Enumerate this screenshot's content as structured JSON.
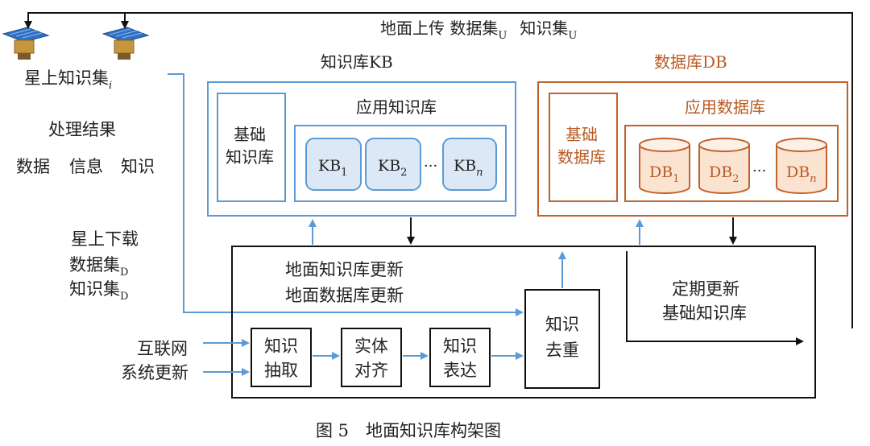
{
  "top_label": {
    "main": "地面上传 数据集",
    "d_sub": "U",
    "k_main": "知识集",
    "k_sub": "U"
  },
  "satellite": {
    "label": "星上知识集",
    "sub": "i"
  },
  "results": {
    "title": "处理结果",
    "items": [
      "数据",
      "信息",
      "知识"
    ]
  },
  "download": {
    "line1": "星上下载",
    "line2": "数据集",
    "line2_sub": "D",
    "line3": "知识集",
    "line3_sub": "D"
  },
  "kb": {
    "title": "知识库KB",
    "base": [
      "基础",
      "知识库"
    ],
    "app_title": "应用知识库",
    "items": [
      {
        "main": "KB",
        "sub": "1"
      },
      {
        "main": "KB",
        "sub": "2"
      },
      {
        "main": "KB",
        "sub": "n"
      }
    ],
    "ellipsis": "···"
  },
  "db": {
    "title": "数据库DB",
    "base": [
      "基础",
      "数据库"
    ],
    "app_title": "应用数据库",
    "items": [
      {
        "main": "DB",
        "sub": "1"
      },
      {
        "main": "DB",
        "sub": "2"
      },
      {
        "main": "DB",
        "sub": "n"
      }
    ],
    "ellipsis": "···"
  },
  "update": {
    "line1": "地面知识库更新",
    "line2": "地面数据库更新"
  },
  "periodic": {
    "line1": "定期更新",
    "line2": "基础知识库"
  },
  "inputs": {
    "line1": "互联网",
    "line2": "系统更新"
  },
  "pipeline": {
    "extract": [
      "知识",
      "抽取"
    ],
    "align": [
      "实体",
      "对齐"
    ],
    "express": [
      "知识",
      "表达"
    ],
    "dedup": [
      "知识",
      "去重"
    ]
  },
  "caption": "图 5　地面知识库构架图",
  "colors": {
    "blue": "#5b9bd5",
    "orange": "#c0622b",
    "kb_fill": "#dce8f6",
    "db_fill": "#fbe3d1"
  }
}
